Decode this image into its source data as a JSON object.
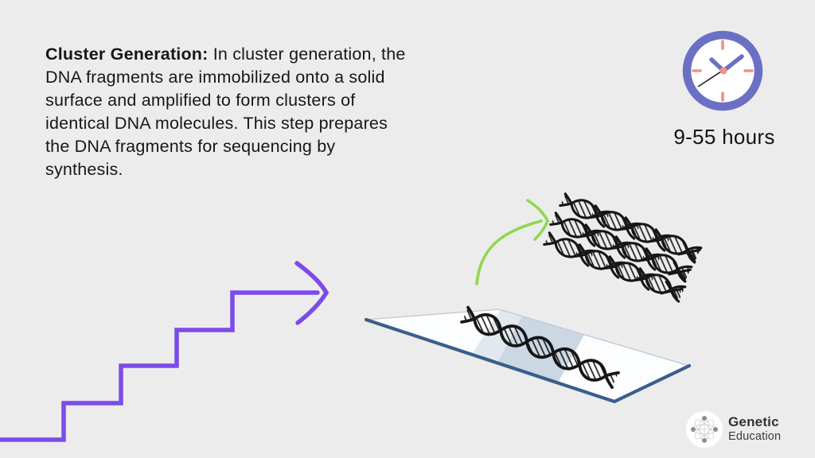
{
  "description": {
    "bold_label": "Cluster Generation:",
    "line1_rest": " In cluster generation, the",
    "line2": "DNA fragments are immobilized onto a solid",
    "line3": "surface and amplified to form clusters of",
    "line4": "identical DNA molecules. This step prepares",
    "line5": "the DNA fragments for sequencing by",
    "line6": "synthesis."
  },
  "duration": {
    "icon": "clock-icon",
    "text": "9-55 hours"
  },
  "illustration": {
    "icons": [
      "staircase-arrow-icon",
      "curved-green-arrow-icon",
      "glass-slide-icon",
      "dna-helix-icon",
      "dna-cluster-icon"
    ]
  },
  "logo": {
    "emblem_icon": "genetic-education-emblem-icon",
    "line1": "Genetic",
    "line2": "Education"
  },
  "colors": {
    "background": "#ECECEC",
    "text": "#171717",
    "purple": "#7C4BE9",
    "green": "#90D74F",
    "clock_ring": "#6B70C5",
    "clock_accent": "#F5907F",
    "slide_edge": "#3A5E8C",
    "slide_band": "#CBD7E2",
    "slide_band_light": "#E2E8EE",
    "ink": "#161616",
    "logo_text": "#333333"
  }
}
